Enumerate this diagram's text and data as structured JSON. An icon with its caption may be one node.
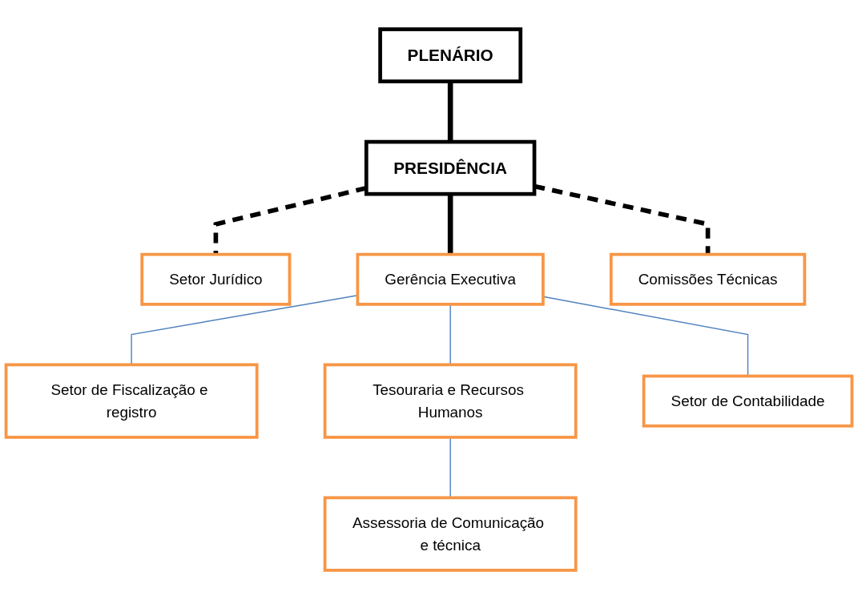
{
  "diagram": {
    "nodes": [
      {
        "text": [
          "PLENÁRIO"
        ]
      },
      {
        "text": [
          "PRESIDÊNCIA"
        ]
      },
      {
        "text": [
          "Setor Jurídico"
        ]
      },
      {
        "text": [
          "Comissões Técnicas"
        ]
      },
      {
        "text": [
          "Gerência Executiva"
        ]
      },
      {
        "text": [
          "Setor de Fiscalização e registro"
        ]
      },
      {
        "text": [
          "Tesouraria e Recursos Humanos"
        ]
      },
      {
        "text": [
          "Setor de Contabilidade"
        ]
      },
      {
        "text": [
          "Assessoria de Comunicação e técnica"
        ]
      }
    ],
    "edges": [
      {
        "from": 0,
        "to": 1,
        "arrow": "none",
        "style": "thick",
        "color": "#000000"
      },
      {
        "from": 1,
        "to": 2,
        "arrow": "none",
        "style": "dashed",
        "color": "#000000"
      },
      {
        "from": 1,
        "to": 3,
        "arrow": "none",
        "style": "dashed",
        "color": "#000000"
      },
      {
        "from": 1,
        "to": 4,
        "arrow": "none",
        "style": "thick",
        "color": "#000000"
      },
      {
        "from": 4,
        "to": 5,
        "arrow": "none",
        "color": "#4f81bd"
      },
      {
        "from": 4,
        "to": 6,
        "arrow": "none",
        "color": "#4f81bd"
      },
      {
        "from": 4,
        "to": 7,
        "arrow": "none",
        "color": "#4f81bd"
      },
      {
        "from": 6,
        "to": 8,
        "arrow": "none",
        "color": "#4f81bd"
      }
    ]
  }
}
